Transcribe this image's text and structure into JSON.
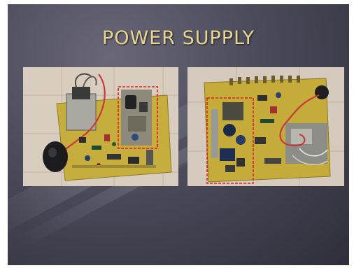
{
  "slide": {
    "title": "POWER SUPPLY"
  },
  "photos": [
    {
      "name": "tv-board-front",
      "highlight_color": "#e02020"
    },
    {
      "name": "tv-board-back",
      "highlight_color": "#e02020"
    }
  ],
  "colors": {
    "title": "#e7d68f",
    "background": "#4b4a5a",
    "board": "#c6b040",
    "highlight": "#e02020"
  }
}
